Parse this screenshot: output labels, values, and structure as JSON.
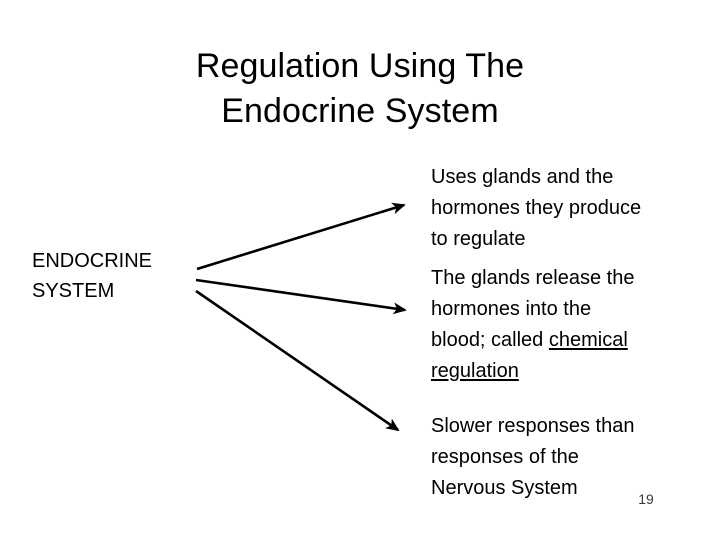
{
  "slide": {
    "title_lines": [
      "Regulation Using The",
      "Endocrine System"
    ],
    "source_label_lines": [
      "ENDOCRINE",
      "SYSTEM"
    ],
    "blocks": [
      {
        "lines": [
          "Uses glands and the",
          "hormones they produce",
          "to regulate"
        ]
      },
      {
        "line_1": "The glands release the",
        "line_2": "hormones into the",
        "line_3_plain": "blood; called ",
        "line_3_underlined": "chemical",
        "line_4_underlined": "regulation"
      },
      {
        "lines": [
          "Slower responses than",
          "responses of the",
          "Nervous System"
        ]
      }
    ],
    "slide_number": "19",
    "arrow_color": "#000000",
    "background_color": "#ffffff",
    "text_color": "#000000"
  }
}
